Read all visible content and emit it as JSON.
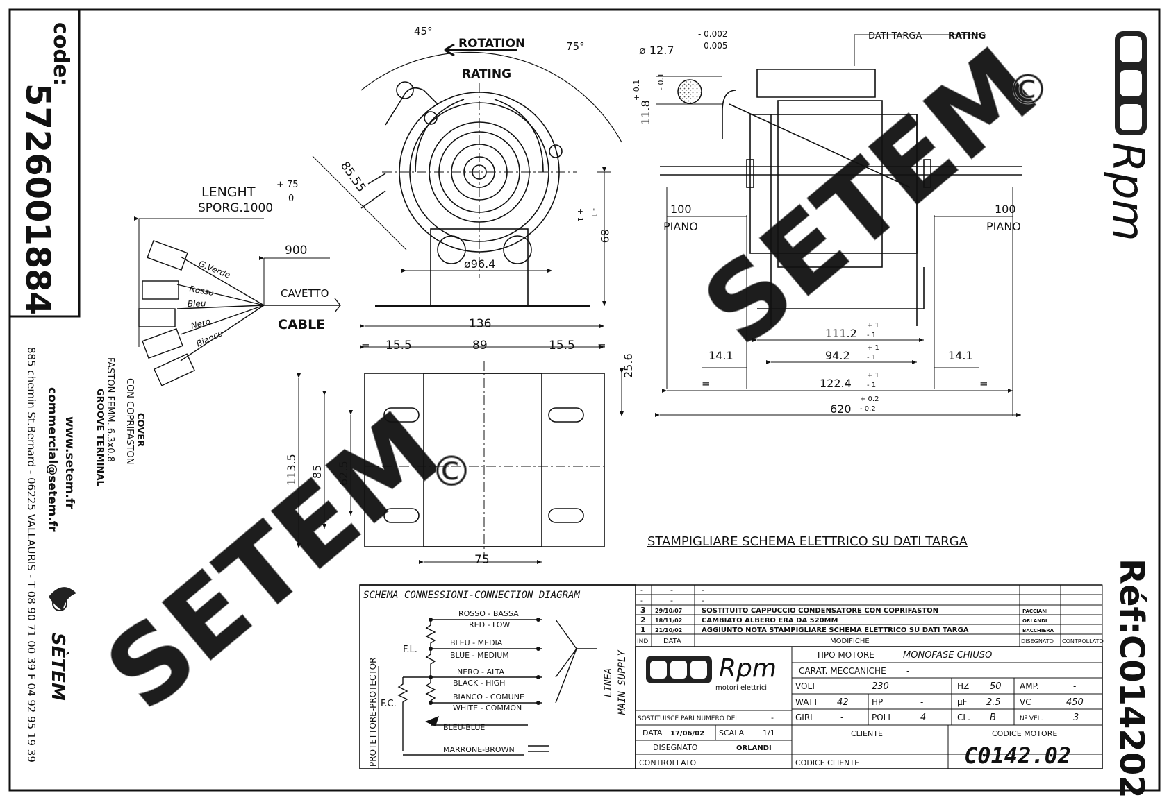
{
  "code": {
    "label": "code:",
    "value": "5726001884"
  },
  "contact": {
    "website": "www.setem.fr",
    "email": "commercial@setem.fr",
    "address": "885 chemin St.Bernard - 06225 VALLAURIS - T 08 90 71 00 39  F 04 92 95 19 39",
    "brand": "SÈTEM"
  },
  "ref": {
    "label": "Réf:",
    "value": "C014202"
  },
  "logo": {
    "text": "Rpm",
    "sub": "motori elettrici"
  },
  "watermark": "SETEM",
  "watermark_mark": "©",
  "annotations": {
    "rotation": "ROTATION",
    "rating": "RATING",
    "angle_45": "45°",
    "angle_75": "75°",
    "dim_8555": "85.55",
    "dim_964": "ø96.4",
    "dim_89_tol": "+ 1",
    "dim_89_tol2": "- 1",
    "dim_89v": "89",
    "lenght": "LENGHT",
    "sporg": "SPORG.1000",
    "sporg_tol_p": "+ 75",
    "sporg_tol_m": "0",
    "dim_900": "900",
    "cavetto": "CAVETTO",
    "cable": "CABLE",
    "wire_verde": "G.Verde",
    "wire_rosso": "Rosso",
    "wire_bleu": "Bleu",
    "wire_nero": "Nero",
    "wire_bianco": "Bianco",
    "groove_terminal": "GROOVE TERMINAL",
    "faston": "FASTON FEMM. 6.3x0.8",
    "coprifaston": "CON COPRIFASTON",
    "cover": "COVER",
    "dim_136": "136",
    "dim_155a": "15.5",
    "dim_89h": "89",
    "dim_155b": "15.5",
    "eq": "=",
    "dim_256": "25.6",
    "dim_1135": "113.5",
    "dim_85": "85",
    "dim_625": "62.5",
    "dim_75": "75",
    "shaft_dia": "ø 12.7",
    "shaft_tol1": "- 0.002",
    "shaft_tol2": "- 0.005",
    "shaft_flat": "11.8",
    "shaft_flat_tol1": "- 0.1",
    "shaft_flat_tol2": "+ 0.1",
    "dati_targa": "DATI TARGA",
    "dati_rating": "RATING",
    "dim_100l": "100",
    "piano_l": "PIANO",
    "dim_100r": "100",
    "piano_r": "PIANO",
    "dim_1112": "111.2",
    "dim_942": "94.2",
    "dim_141l": "14.1",
    "dim_141r": "14.1",
    "dim_1224": "122.4",
    "dim_620": "620",
    "tol_p1": "+ 1",
    "tol_m1": "- 1",
    "tol_p02": "+ 0.2",
    "tol_m02": "- 0.2",
    "stamp_note": "STAMPIGLIARE SCHEMA ELETTRICO SU DATI TARGA"
  },
  "schema": {
    "title": "SCHEMA CONNESSIONI-CONNECTION DIAGRAM",
    "protector": "PROTETTORE-PROTECTOR",
    "fl": "F.L.",
    "fc": "F.C.",
    "linea": "LINEA",
    "supply": "MAIN SUPPLY",
    "rows": [
      {
        "it": "ROSSO - BASSA",
        "en": "RED - LOW"
      },
      {
        "it": "BLEU - MEDIA",
        "en": "BLUE - MEDIUM"
      },
      {
        "it": "NERO - ALTA",
        "en": "BLACK - HIGH"
      },
      {
        "it": "BIANCO - COMUNE",
        "en": "WHITE - COMMON"
      }
    ],
    "bleu_blue": "BLEU-BLUE",
    "marrone": "MARRONE-BROWN"
  },
  "revisions": {
    "blank_rows": [
      [
        "-",
        "-",
        "-"
      ],
      [
        "-",
        "-",
        "-"
      ]
    ],
    "rows": [
      {
        "ind": "3",
        "data": "29/10/07",
        "desc": "SOSTITUITO CAPPUCCIO CONDENSATORE CON COPRIFASTON",
        "dis": "PACCIANI"
      },
      {
        "ind": "2",
        "data": "18/11/02",
        "desc": "CAMBIATO ALBERO ERA DA 520MM",
        "dis": "ORLANDI"
      },
      {
        "ind": "1",
        "data": "21/10/02",
        "desc": "AGGIUNTO NOTA STAMPIGLIARE SCHEMA ELETTRICO SU DATI TARGA",
        "dis": "BACCHIERA"
      }
    ],
    "headers": {
      "ind": "IND",
      "data": "DATA",
      "modifiche": "MODIFICHE",
      "disegnato": "DISEGNATO",
      "controllato": "CONTROLLATO"
    }
  },
  "title_block": {
    "tipo_motore_label": "TIPO MOTORE",
    "tipo_motore": "MONOFASE CHIUSO",
    "carat_label": "CARAT. MECCANICHE",
    "carat": "-",
    "volt_label": "VOLT",
    "volt": "230",
    "hz_label": "HZ",
    "hz": "50",
    "amp_label": "AMP.",
    "amp": "-",
    "watt_label": "WATT",
    "watt": "42",
    "hp_label": "HP",
    "hp": "-",
    "uf_label": "µF",
    "uf": "2.5",
    "vc_label": "VC",
    "vc": "450",
    "giri_label": "GIRI",
    "giri": "-",
    "poli_label": "POLI",
    "poli": "4",
    "cl_label": "CL.",
    "cl": "B",
    "vel_label": "Nº VEL.",
    "vel": "3",
    "sostituisce_label": "SOSTITUISCE PARI NUMERO DEL",
    "sostituisce": "-",
    "data_label": "DATA",
    "data": "17/06/02",
    "scala_label": "SCALA",
    "scala": "1/1",
    "disegnato_label": "DISEGNATO",
    "disegnato": "ORLANDI",
    "controllato_label": "CONTROLLATO",
    "cliente_label": "CLIENTE",
    "codice_motore_label": "CODICE MOTORE",
    "codice_motore": "C0142.02",
    "codice_cliente_label": "CODICE CLIENTE"
  }
}
